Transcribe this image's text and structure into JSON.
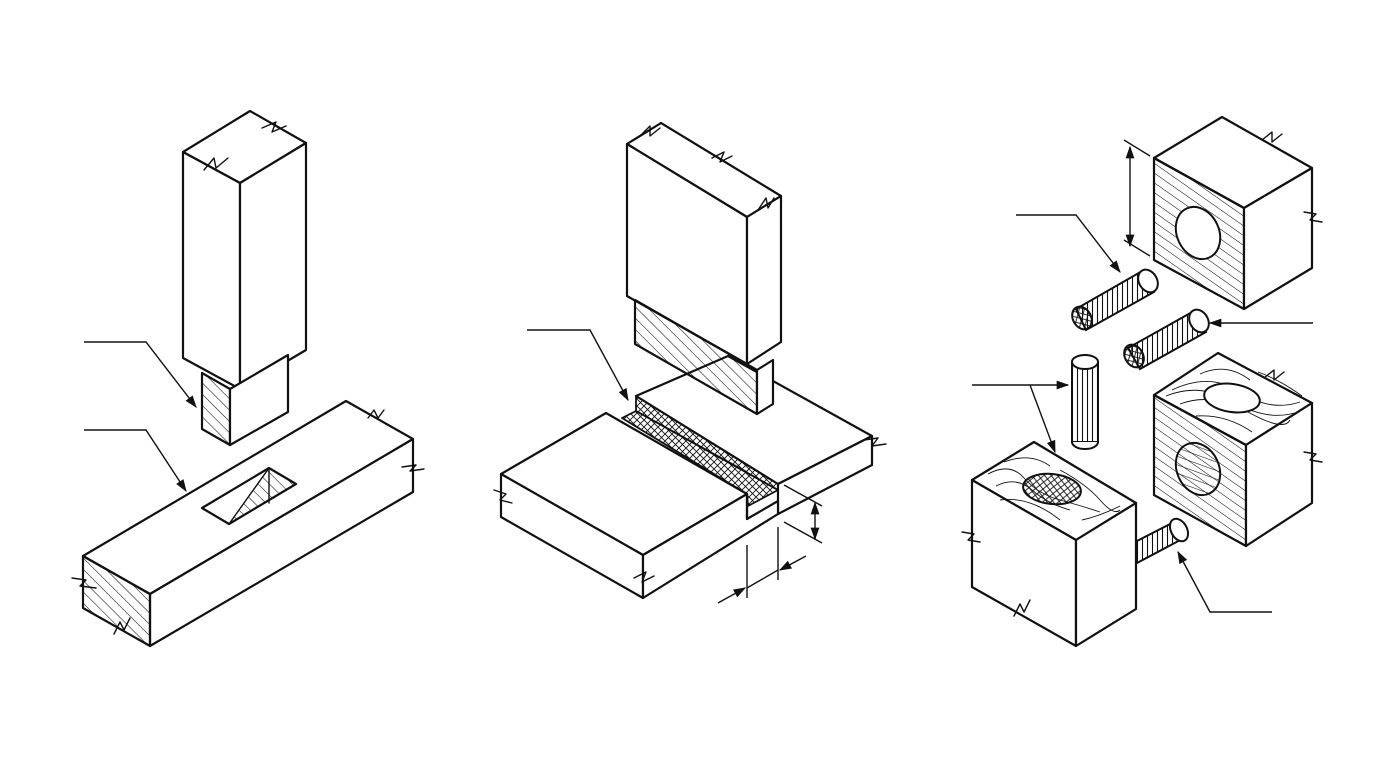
{
  "diagram": {
    "figures": [
      {
        "name": "mortise-and-tenon-joint",
        "callouts": 2
      },
      {
        "name": "tongue-and-groove-joint",
        "callouts": 1,
        "dimensions": 2
      },
      {
        "name": "dowel-joint",
        "callouts": 3,
        "dimensions": 1
      }
    ],
    "colors": {
      "line": "#111111",
      "background": "#ffffff"
    },
    "icons": [
      "hatch-pattern",
      "crosshatch-pattern",
      "wood-grain-pattern",
      "arrowhead"
    ]
  }
}
